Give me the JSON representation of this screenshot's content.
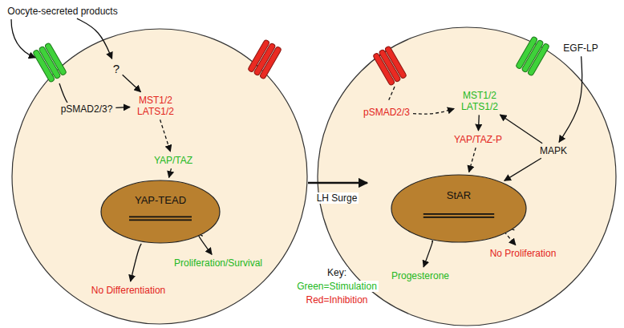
{
  "diagram": {
    "nodes": [
      {
        "text": [
          "Oocyte-secreted products"
        ]
      },
      {
        "text": [
          "?"
        ]
      },
      {
        "text": [
          "pSMAD2/3?"
        ]
      },
      {
        "text": [
          "MST1/2 LATS1/2"
        ]
      },
      {
        "text": [
          "YAP/TAZ"
        ]
      },
      {
        "text": [
          "YAP-TEAD"
        ]
      },
      {
        "text": [
          "Proliferation/Survival"
        ]
      },
      {
        "text": [
          "No Differentiation"
        ]
      },
      {
        "text": [
          "EGF-LP"
        ]
      },
      {
        "text": [
          "pSMAD2/3"
        ]
      },
      {
        "text": [
          "MST1/2 LATS1/2"
        ]
      },
      {
        "text": [
          "YAP/TAZ-P"
        ]
      },
      {
        "text": [
          "MAPK"
        ]
      },
      {
        "text": [
          "StAR"
        ]
      },
      {
        "text": [
          "Progesterone"
        ]
      },
      {
        "text": [
          "No Proliferation"
        ]
      }
    ],
    "edges": [
      {
        "from": 0,
        "to": 1,
        "arrow": "to"
      },
      {
        "from": 2,
        "to": 3,
        "arrow": "to"
      },
      {
        "from": 1,
        "to": 3,
        "arrow": "to"
      },
      {
        "from": 3,
        "to": 4,
        "arrow": "to"
      },
      {
        "from": 4,
        "to": 5,
        "arrow": "to"
      },
      {
        "from": 5,
        "to": 6,
        "arrow": "to"
      },
      {
        "from": 5,
        "to": 7,
        "arrow": "to"
      },
      {
        "from": 9,
        "to": 10,
        "arrow": "to"
      },
      {
        "from": 10,
        "to": 11,
        "arrow": "to"
      },
      {
        "from": 11,
        "to": 13,
        "arrow": "to"
      },
      {
        "from": 8,
        "to": 12,
        "arrow": "to"
      },
      {
        "from": 12,
        "to": 10,
        "arrow": "to"
      },
      {
        "from": 12,
        "to": 13,
        "arrow": "to"
      },
      {
        "from": 13,
        "to": 14,
        "arrow": "to"
      },
      {
        "from": 13,
        "to": 15,
        "arrow": "to"
      }
    ],
    "labels": [
      "LH Surge",
      "Key:",
      "Green=Stimulation",
      "Red=Inhibition"
    ]
  }
}
